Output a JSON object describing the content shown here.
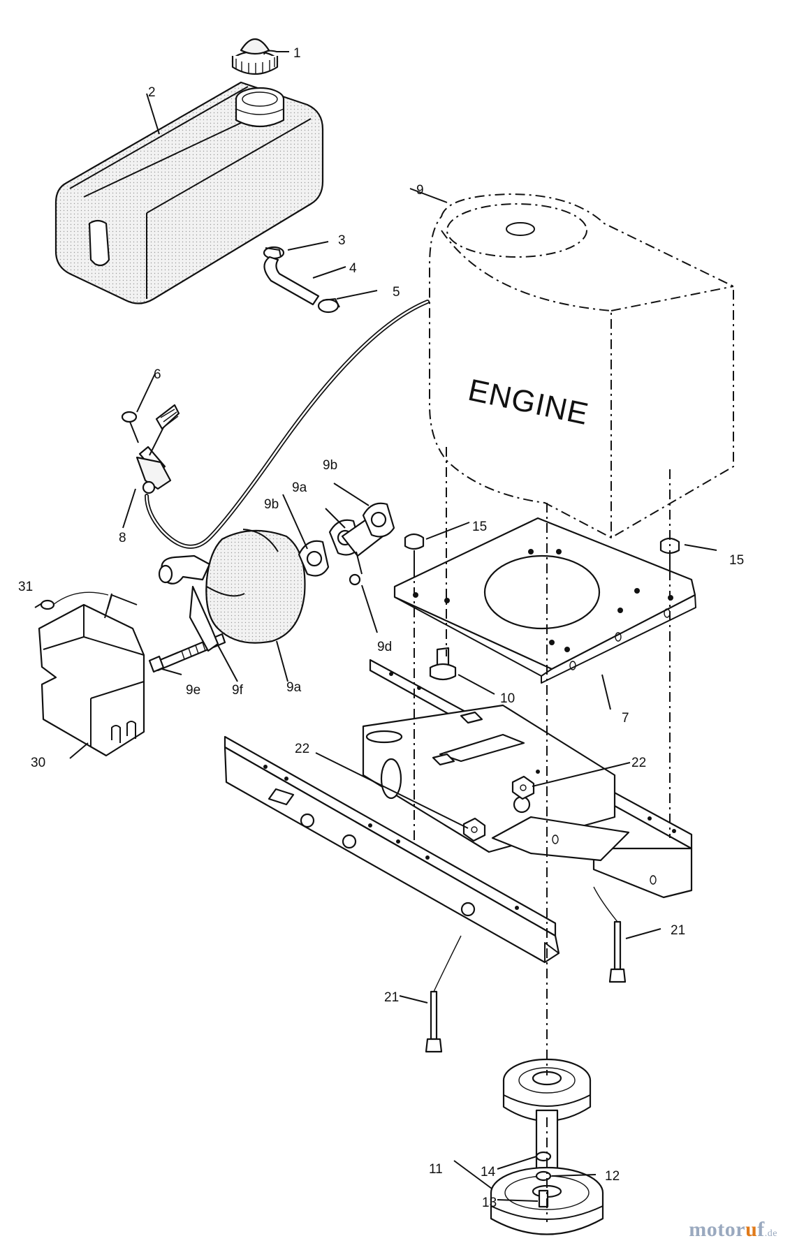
{
  "engine_label": "ENGINE",
  "callouts": {
    "c1": "1",
    "c2": "2",
    "c3": "3",
    "c4": "4",
    "c5": "5",
    "c6": "6",
    "c7": "7",
    "c8": "8",
    "c9": "9",
    "c9a_top": "9a",
    "c9a_bottom": "9a",
    "c9b_left": "9b",
    "c9b_right": "9b",
    "c9d": "9d",
    "c9e": "9e",
    "c9f": "9f",
    "c10": "10",
    "c11": "11",
    "c12": "12",
    "c13": "13",
    "c14": "14",
    "c15_left": "15",
    "c15_right": "15",
    "c21_left": "21",
    "c21_right": "21",
    "c22_left": "22",
    "c22_right": "22",
    "c30": "30",
    "c31": "31"
  },
  "watermark": {
    "brand_main": "motor",
    "brand_accent": "u",
    "brand_end": "f",
    "tld": ".de"
  }
}
